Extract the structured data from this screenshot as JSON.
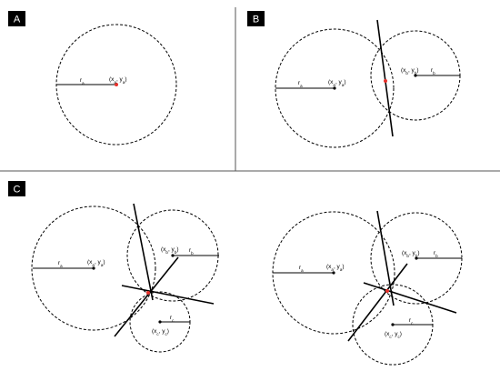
{
  "panels": [
    {
      "label": "A",
      "circles": [
        {
          "r_label": "r",
          "r_sub": "a",
          "c_label": "(x",
          "c_sub1": "a",
          "c_mid": ", y",
          "c_sub2": "a",
          "c_end": ")"
        }
      ]
    },
    {
      "label": "B",
      "circles": [
        {
          "r_label": "r",
          "r_sub": "a",
          "c_label": "(x",
          "c_sub1": "a",
          "c_mid": ", y",
          "c_sub2": "a",
          "c_end": ")"
        },
        {
          "r_label": "r",
          "r_sub": "b",
          "c_label": "(x",
          "c_sub1": "b",
          "c_mid": ", y",
          "c_sub2": "b",
          "c_end": ")"
        }
      ]
    },
    {
      "label": "C",
      "circles": [
        {
          "r_label": "r",
          "r_sub": "a",
          "c_label": "(x",
          "c_sub1": "a",
          "c_mid": ", y",
          "c_sub2": "a",
          "c_end": ")"
        },
        {
          "r_label": "r",
          "r_sub": "b",
          "c_label": "(x",
          "c_sub1": "b",
          "c_mid": ", y",
          "c_sub2": "b",
          "c_end": ")"
        },
        {
          "r_label": "r",
          "r_sub": "c",
          "c_label": "(x",
          "c_sub1": "c",
          "c_mid": ", y",
          "c_sub2": "c",
          "c_end": ")"
        }
      ]
    }
  ],
  "colors": {
    "intersection_marker": "#e8302a",
    "ink": "#000000",
    "divider": "#555555"
  }
}
